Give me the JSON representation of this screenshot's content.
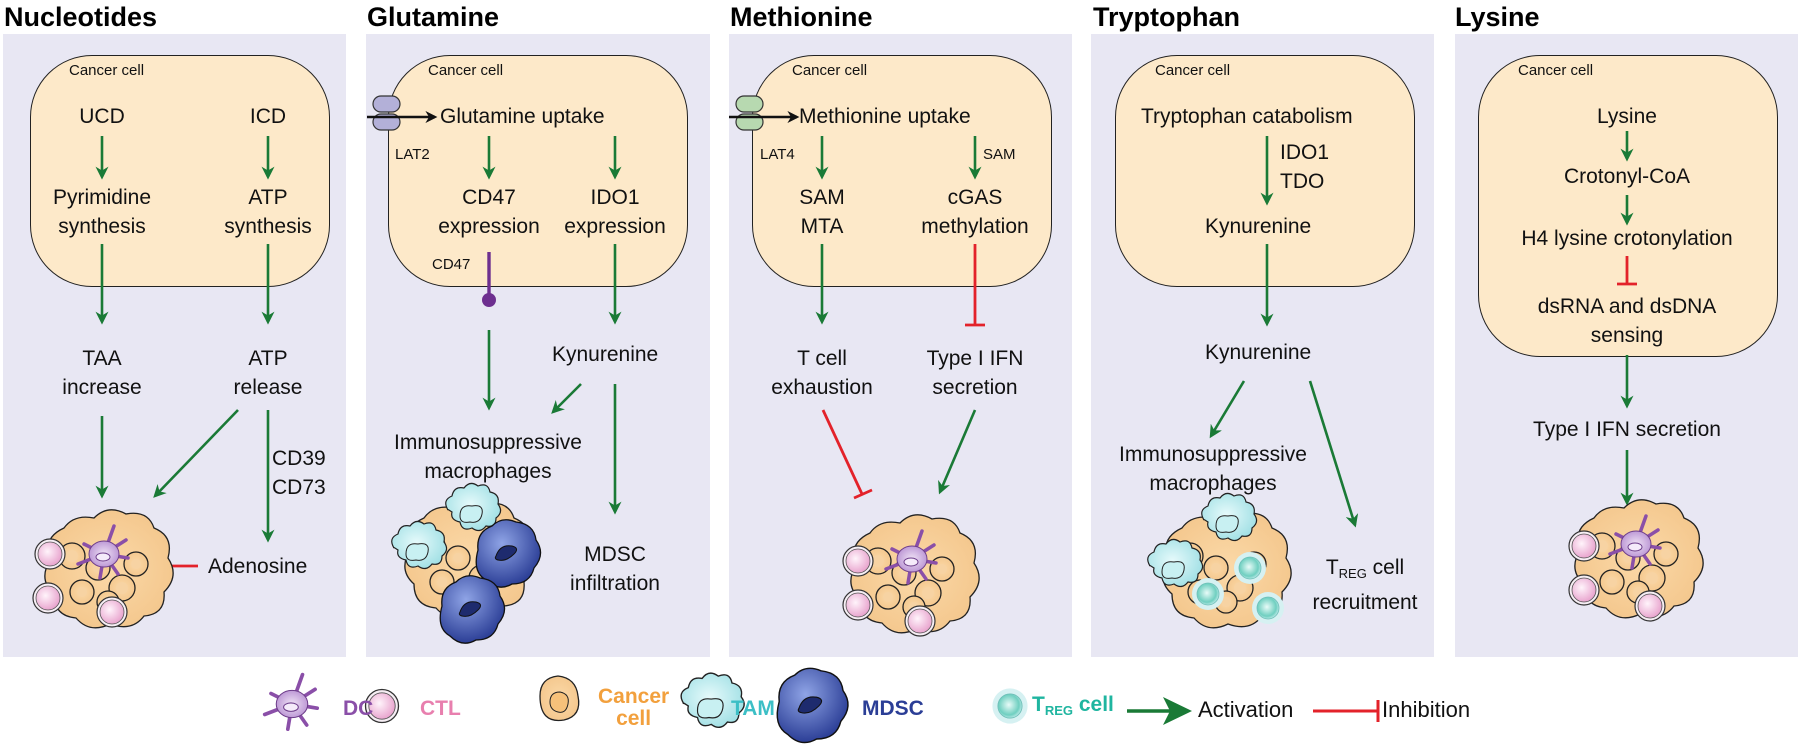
{
  "colors": {
    "panel_bg": "#e8e7f3",
    "cell_fill": "#fde9c9",
    "activation": "#1a7a36",
    "inhibition": "#e3222a",
    "dc": "#8a4fa8",
    "ctl": "#e87fae",
    "cancer_cell": "#f2a03d",
    "tam": "#3cbfc6",
    "mdsc": "#2b3e96",
    "treg": "#1fb5a0"
  },
  "panels": [
    {
      "title": "Nucleotides",
      "cell_label": "Cancer cell",
      "nodes": {
        "ucd": "UCD",
        "icd": "ICD",
        "pyrimidine_1": "Pyrimidine",
        "pyrimidine_2": "synthesis",
        "atp_1": "ATP",
        "atp_2": "synthesis",
        "taa_1": "TAA",
        "taa_2": "increase",
        "atp_release_1": "ATP",
        "atp_release_2": "release",
        "enzyme_1": "CD39",
        "enzyme_2": "CD73",
        "adenosine": "Adenosine"
      }
    },
    {
      "title": "Glutamine",
      "cell_label": "Cancer cell",
      "nodes": {
        "transporter": "LAT2",
        "uptake": "Glutamine uptake",
        "cd47_1": "CD47",
        "cd47_2": "expression",
        "ido1_1": "IDO1",
        "ido1_2": "expression",
        "cd47_receptor": "CD47",
        "kynurenine": "Kynurenine",
        "macrophages_1": "Immunosuppressive",
        "macrophages_2": "macrophages",
        "mdsc_1": "MDSC",
        "mdsc_2": "infiltration"
      }
    },
    {
      "title": "Methionine",
      "cell_label": "Cancer cell",
      "nodes": {
        "transporter": "LAT4",
        "uptake": "Methionine uptake",
        "sam_label": "SAM",
        "sam_mta_1": "SAM",
        "sam_mta_2": "MTA",
        "cgas_1": "cGAS",
        "cgas_2": "methylation",
        "tcell_1": "T cell",
        "tcell_2": "exhaustion",
        "ifn_1": "Type I IFN",
        "ifn_2": "secretion"
      }
    },
    {
      "title": "Tryptophan",
      "cell_label": "Cancer cell",
      "nodes": {
        "catabolism": "Tryptophan catabolism",
        "enzyme_1": "IDO1",
        "enzyme_2": "TDO",
        "kynurenine_in": "Kynurenine",
        "kynurenine_out": "Kynurenine",
        "macrophages_1": "Immunosuppressive",
        "macrophages_2": "macrophages",
        "treg_T": "T",
        "treg_sub": "REG",
        "treg_cell": " cell",
        "treg_2": "recruitment"
      }
    },
    {
      "title": "Lysine",
      "cell_label": "Cancer cell",
      "nodes": {
        "lysine": "Lysine",
        "crotonyl": "Crotonyl-CoA",
        "h4": "H4 lysine crotonylation",
        "sensing_1": "dsRNA and dsDNA",
        "sensing_2": "sensing",
        "ifn": "Type I IFN secretion"
      }
    }
  ],
  "legend": {
    "dc": "DC",
    "ctl": "CTL",
    "cancer_1": "Cancer",
    "cancer_2": "cell",
    "tam": "TAM",
    "mdsc": "MDSC",
    "treg_T": "T",
    "treg_sub": "REG",
    "treg_cell": " cell",
    "activation": "Activation",
    "inhibition": "Inhibition"
  }
}
